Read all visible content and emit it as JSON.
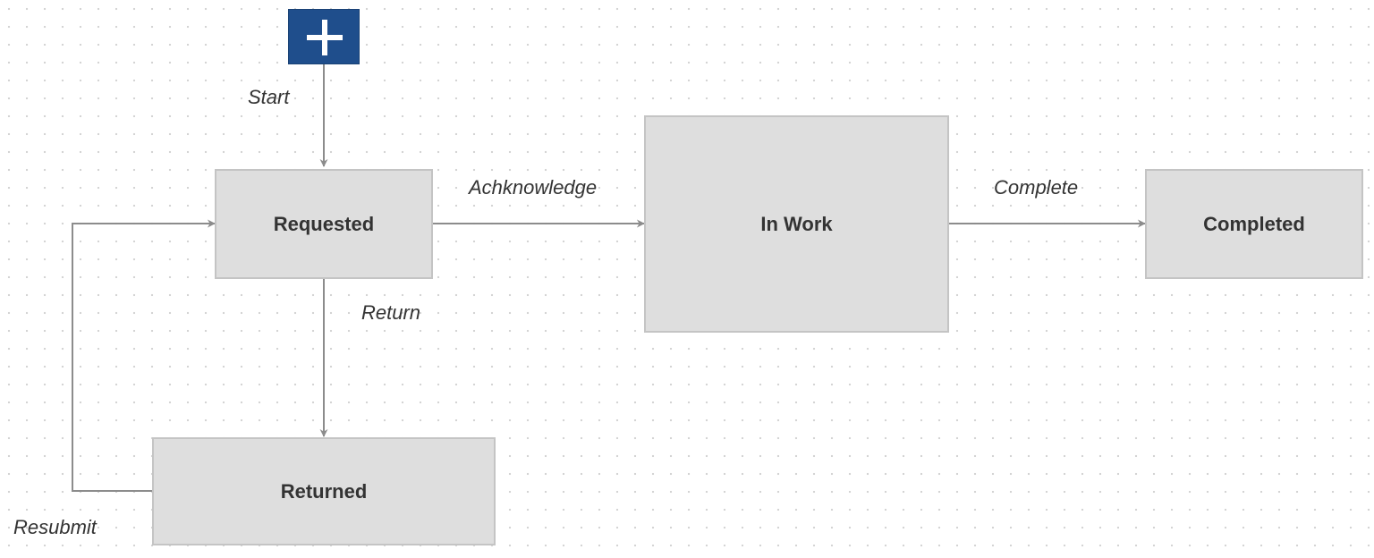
{
  "diagram": {
    "start_icon": "plus-icon",
    "colors": {
      "start_fill": "#1f4e8c",
      "node_fill": "#dedede",
      "node_border": "#c4c4c4",
      "edge": "#8c8c8c",
      "text": "#333333"
    },
    "states": {
      "requested": "Requested",
      "in_work": "In Work",
      "completed": "Completed",
      "returned": "Returned"
    },
    "transitions": {
      "start": "Start",
      "acknowledge": "Achknowledge",
      "complete": "Complete",
      "return": "Return",
      "resubmit": "Resubmit"
    }
  }
}
